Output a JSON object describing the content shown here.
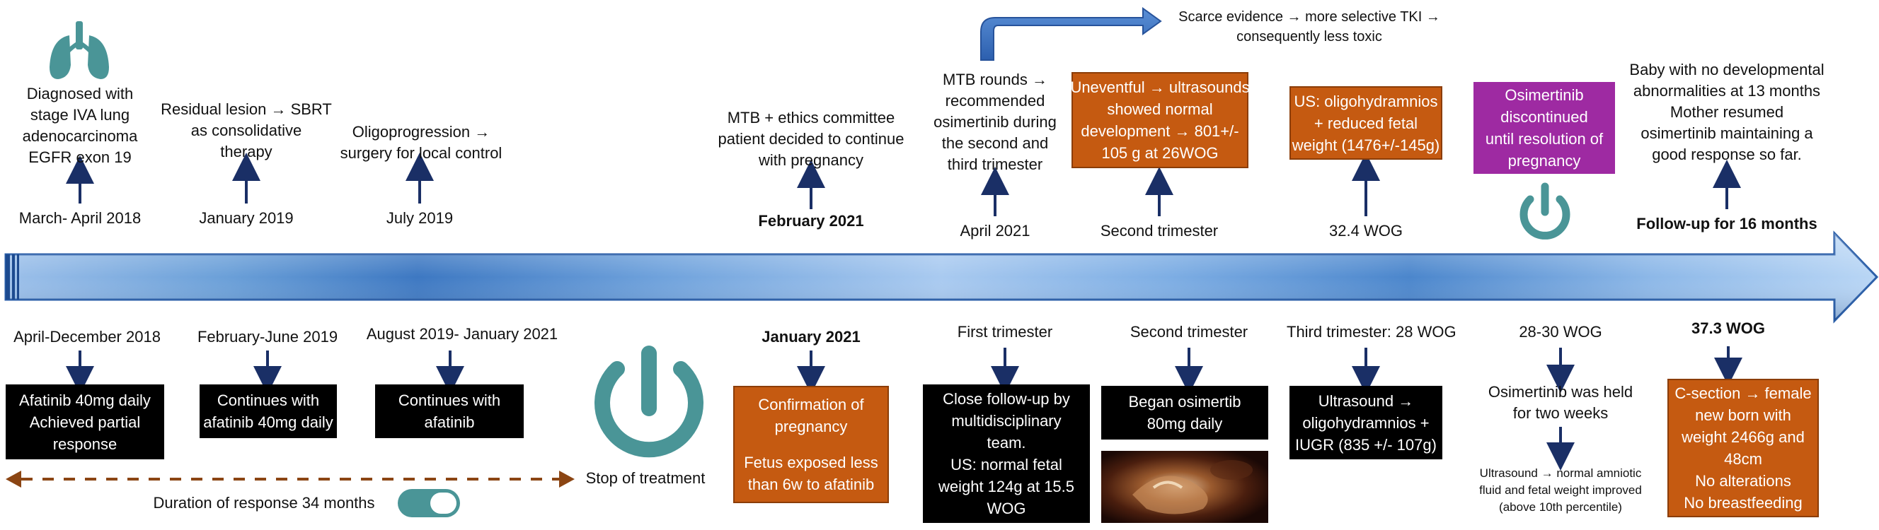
{
  "colors": {
    "timeline_dark": "#2b6cb0",
    "timeline_light": "#b7d3f2",
    "navy_arrow": "#1a2f66",
    "orange_box": "#c55a11",
    "purple_box": "#9e2aa2",
    "teal_icon": "#4a9597",
    "duration_arrow": "#8b4513"
  },
  "icons": {
    "lungs": "lungs-icon",
    "power_top": "power-icon",
    "power_bottom": "power-icon",
    "pill": "pill-icon",
    "ultrasound": "ultrasound-image"
  },
  "top": {
    "e1": {
      "lines": [
        "Diagnosed with",
        "stage IVA lung",
        "adenocarcinoma",
        "EGFR exon 19"
      ],
      "date": "March- April 2018"
    },
    "e2": {
      "lines": [
        "Residual lesion → SBRT",
        "as consolidative",
        "therapy"
      ],
      "date": "January 2019"
    },
    "e3": {
      "lines": [
        "Oligoprogression →",
        "surgery for local control"
      ],
      "date": "July 2019"
    },
    "e4": {
      "lines": [
        "MTB + ethics committee",
        "patient decided to continue",
        "with pregnancy"
      ],
      "date": "February 2021"
    },
    "e5": {
      "lines": [
        "MTB rounds →",
        "recommended",
        "osimertinib during",
        "the second and",
        "third trimester"
      ],
      "date": "April 2021"
    },
    "scarce": [
      "Scarce evidence → more selective TKI →",
      "consequently less toxic"
    ],
    "e6": {
      "box": [
        "Uneventful → ultrasounds",
        "showed normal",
        "development → 801+/-",
        "105 g at 26WOG"
      ],
      "date": "Second trimester"
    },
    "e7": {
      "box": [
        "US: oligohydramnios",
        "+ reduced fetal",
        "weight (1476+/-145g)"
      ],
      "date": "32.4 WOG"
    },
    "e8": {
      "box": [
        "Osimertinib",
        "discontinued",
        "until resolution of",
        "pregnancy"
      ]
    },
    "e9": {
      "lines": [
        "Baby with no developmental",
        "abnormalities at 13 months",
        "Mother resumed",
        "osimertinib maintaining a",
        "good response so far."
      ],
      "date": "Follow-up for 16 months"
    }
  },
  "bottom": {
    "b1": {
      "date": "April-December 2018",
      "box": [
        "Afatinib 40mg daily",
        "Achieved partial",
        "response"
      ]
    },
    "b2": {
      "date": "February-June 2019",
      "box": [
        "Continues with",
        "afatinib 40mg daily"
      ]
    },
    "b3": {
      "date": "August 2019- January 2021",
      "box": [
        "Continues with",
        "afatinib"
      ]
    },
    "stop": "Stop of treatment",
    "duration": "Duration of response 34 months",
    "b4": {
      "date": "January 2021",
      "box": [
        "Confirmation of",
        "pregnancy",
        "",
        "Fetus exposed less",
        "than 6w to afatinib"
      ]
    },
    "b5": {
      "date": "First trimester",
      "box": [
        "Close follow-up by",
        "multidisciplinary",
        "team.",
        "US: normal fetal",
        "weight 124g at 15.5",
        "WOG"
      ]
    },
    "b6": {
      "date": "Second trimester",
      "box": [
        "Began osimertib",
        "80mg daily"
      ]
    },
    "b7": {
      "date": "Third trimester: 28 WOG",
      "box": [
        "Ultrasound →",
        "oligohydramnios +",
        "IUGR (835 +/- 107g)"
      ]
    },
    "b8": {
      "date": "28-30 WOG",
      "lines": [
        "Osimertinib was held",
        "for two weeks"
      ],
      "small": [
        "Ultrasound → normal amniotic",
        "fluid and fetal weight improved",
        "(above 10th percentile)"
      ]
    },
    "b9": {
      "date": "37.3 WOG",
      "box": [
        "C-section → female",
        "new born with",
        "weight 2466g and",
        "48cm",
        "No alterations",
        "No breastfeeding"
      ]
    }
  }
}
